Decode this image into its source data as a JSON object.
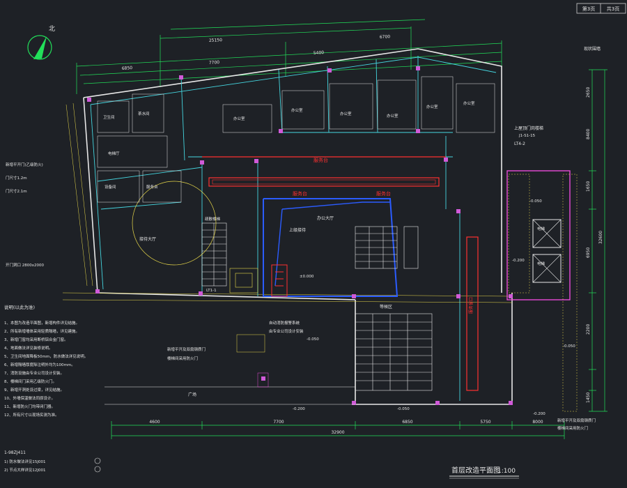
{
  "drawing": {
    "title": "首层改造平面图",
    "scale": "1:100",
    "sheet": "第3页",
    "total": "共3页",
    "north_label": "北",
    "note_right_top": "现状围墙",
    "label_top_right_stair": "上屋顶门岗楼梯",
    "label_lt4": "LT4-2",
    "label_roof_stair_ref": "J1-S1-15",
    "label_lt1": "LT1-1",
    "label_elev_1": "电梯",
    "label_elev_2": "电梯",
    "label_office_open": "办公大厅",
    "label_reception": "上级接待",
    "label_lobby": "接待大厅",
    "label_road": "广场",
    "label_mech": "设备间",
    "label_stair": "疏散楼梯",
    "label_toilet": "卫生间",
    "label_tea": "茶水间",
    "label_elevator_hall": "电梯厅",
    "label_service": "服务台",
    "label_wait": "等候区",
    "label_door_note_a": "新增平开门(乙级防火)",
    "label_door_note_b": "门尺寸1.2m",
    "label_door_note_c": "门尺寸2.1m",
    "label_open_door": "开门洞口 2800x2000",
    "label_new_door_1": "新增平开及双扇钢质门",
    "label_new_door_2": "楼梯间采用防火门",
    "label_new_door_3": "新增平开及双扇钢质门",
    "label_new_door_4": "楼梯间采用防火门",
    "label_security": "自动消防报警系统",
    "label_security_2": "由专业公司设计安装",
    "label_ref1": "1-98ZJ411",
    "label_note_heading": "说明(以此为准)",
    "notes": [
      "1、本图为改造平面图，新增构件详见结施。",
      "2、所有新增墙体采用轻质隔墙，详见建施。",
      "3、新增门窗均采用断桥铝合金门窗。",
      "4、地面做法详见装修说明。",
      "5、卫生间地面降板50mm，防水做法详见说明。",
      "6、新增隔墙厚度除注明外均为100mm。",
      "7、消防设施由专业公司设计安装。",
      "8、楼梯间门采用乙级防火门。",
      "9、新增开洞处设过梁，详见结施。",
      "10、外墙保温做法同原设计。",
      "11、新增防火门均带闭门器。",
      "12、所有尺寸以现场实测为准。"
    ],
    "note_ref_a": "1) 防水做法详见15J001",
    "note_ref_b": "2) 节点大样详见12J001",
    "dims_bottom": [
      "4600",
      "7700",
      "6850",
      "5750",
      "8000"
    ],
    "dim_total_bottom": "32900",
    "dims_top": [
      "6850",
      "7700",
      "25150",
      "5400",
      "6700"
    ],
    "dims_right": [
      "2650",
      "8400",
      "1650",
      "6950",
      "2200",
      "1450"
    ],
    "dim_total_right": "32600",
    "elevations": [
      "±0.000",
      "-0.050",
      "-0.050",
      "-0.200",
      "-0.200",
      "-0.050",
      "-0.050",
      "-0.200"
    ],
    "counter_labels": [
      "服务台",
      "服务台",
      "服务台"
    ],
    "room_small_labels": [
      "办公室",
      "办公室",
      "办公室",
      "办公室",
      "办公室",
      "办公室"
    ],
    "strip_label": "服务窗口"
  }
}
